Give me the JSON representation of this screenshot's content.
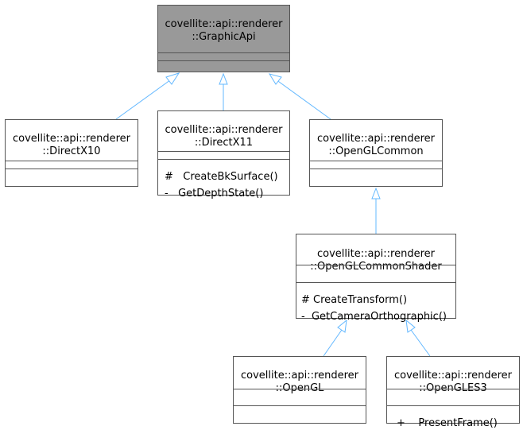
{
  "classes": {
    "graphic_api": {
      "line1": "covellite::api::renderer",
      "line2": "::GraphicApi"
    },
    "directx10": {
      "line1": "covellite::api::renderer",
      "line2": "::DirectX10"
    },
    "directx11": {
      "line1": "covellite::api::renderer",
      "line2": "::DirectX11",
      "methods": [
        "#   CreateBkSurface()",
        "-   GetDepthState()"
      ]
    },
    "opengl_common": {
      "line1": "covellite::api::renderer",
      "line2": "::OpenGLCommon"
    },
    "opengl_common_shader": {
      "line1": "covellite::api::renderer",
      "line2": "::OpenGLCommonShader",
      "methods": [
        "# CreateTransform()",
        "-  GetCameraOrthographic()"
      ]
    },
    "opengl": {
      "line1": "covellite::api::renderer",
      "line2": "::OpenGL"
    },
    "opengles3": {
      "line1": "covellite::api::renderer",
      "line2": "::OpenGLES3",
      "methods": [
        "+    PresentFrame()"
      ]
    }
  },
  "colors": {
    "highlight_fill": "#999999",
    "edge": "#63b8ff",
    "border": "#555555"
  }
}
